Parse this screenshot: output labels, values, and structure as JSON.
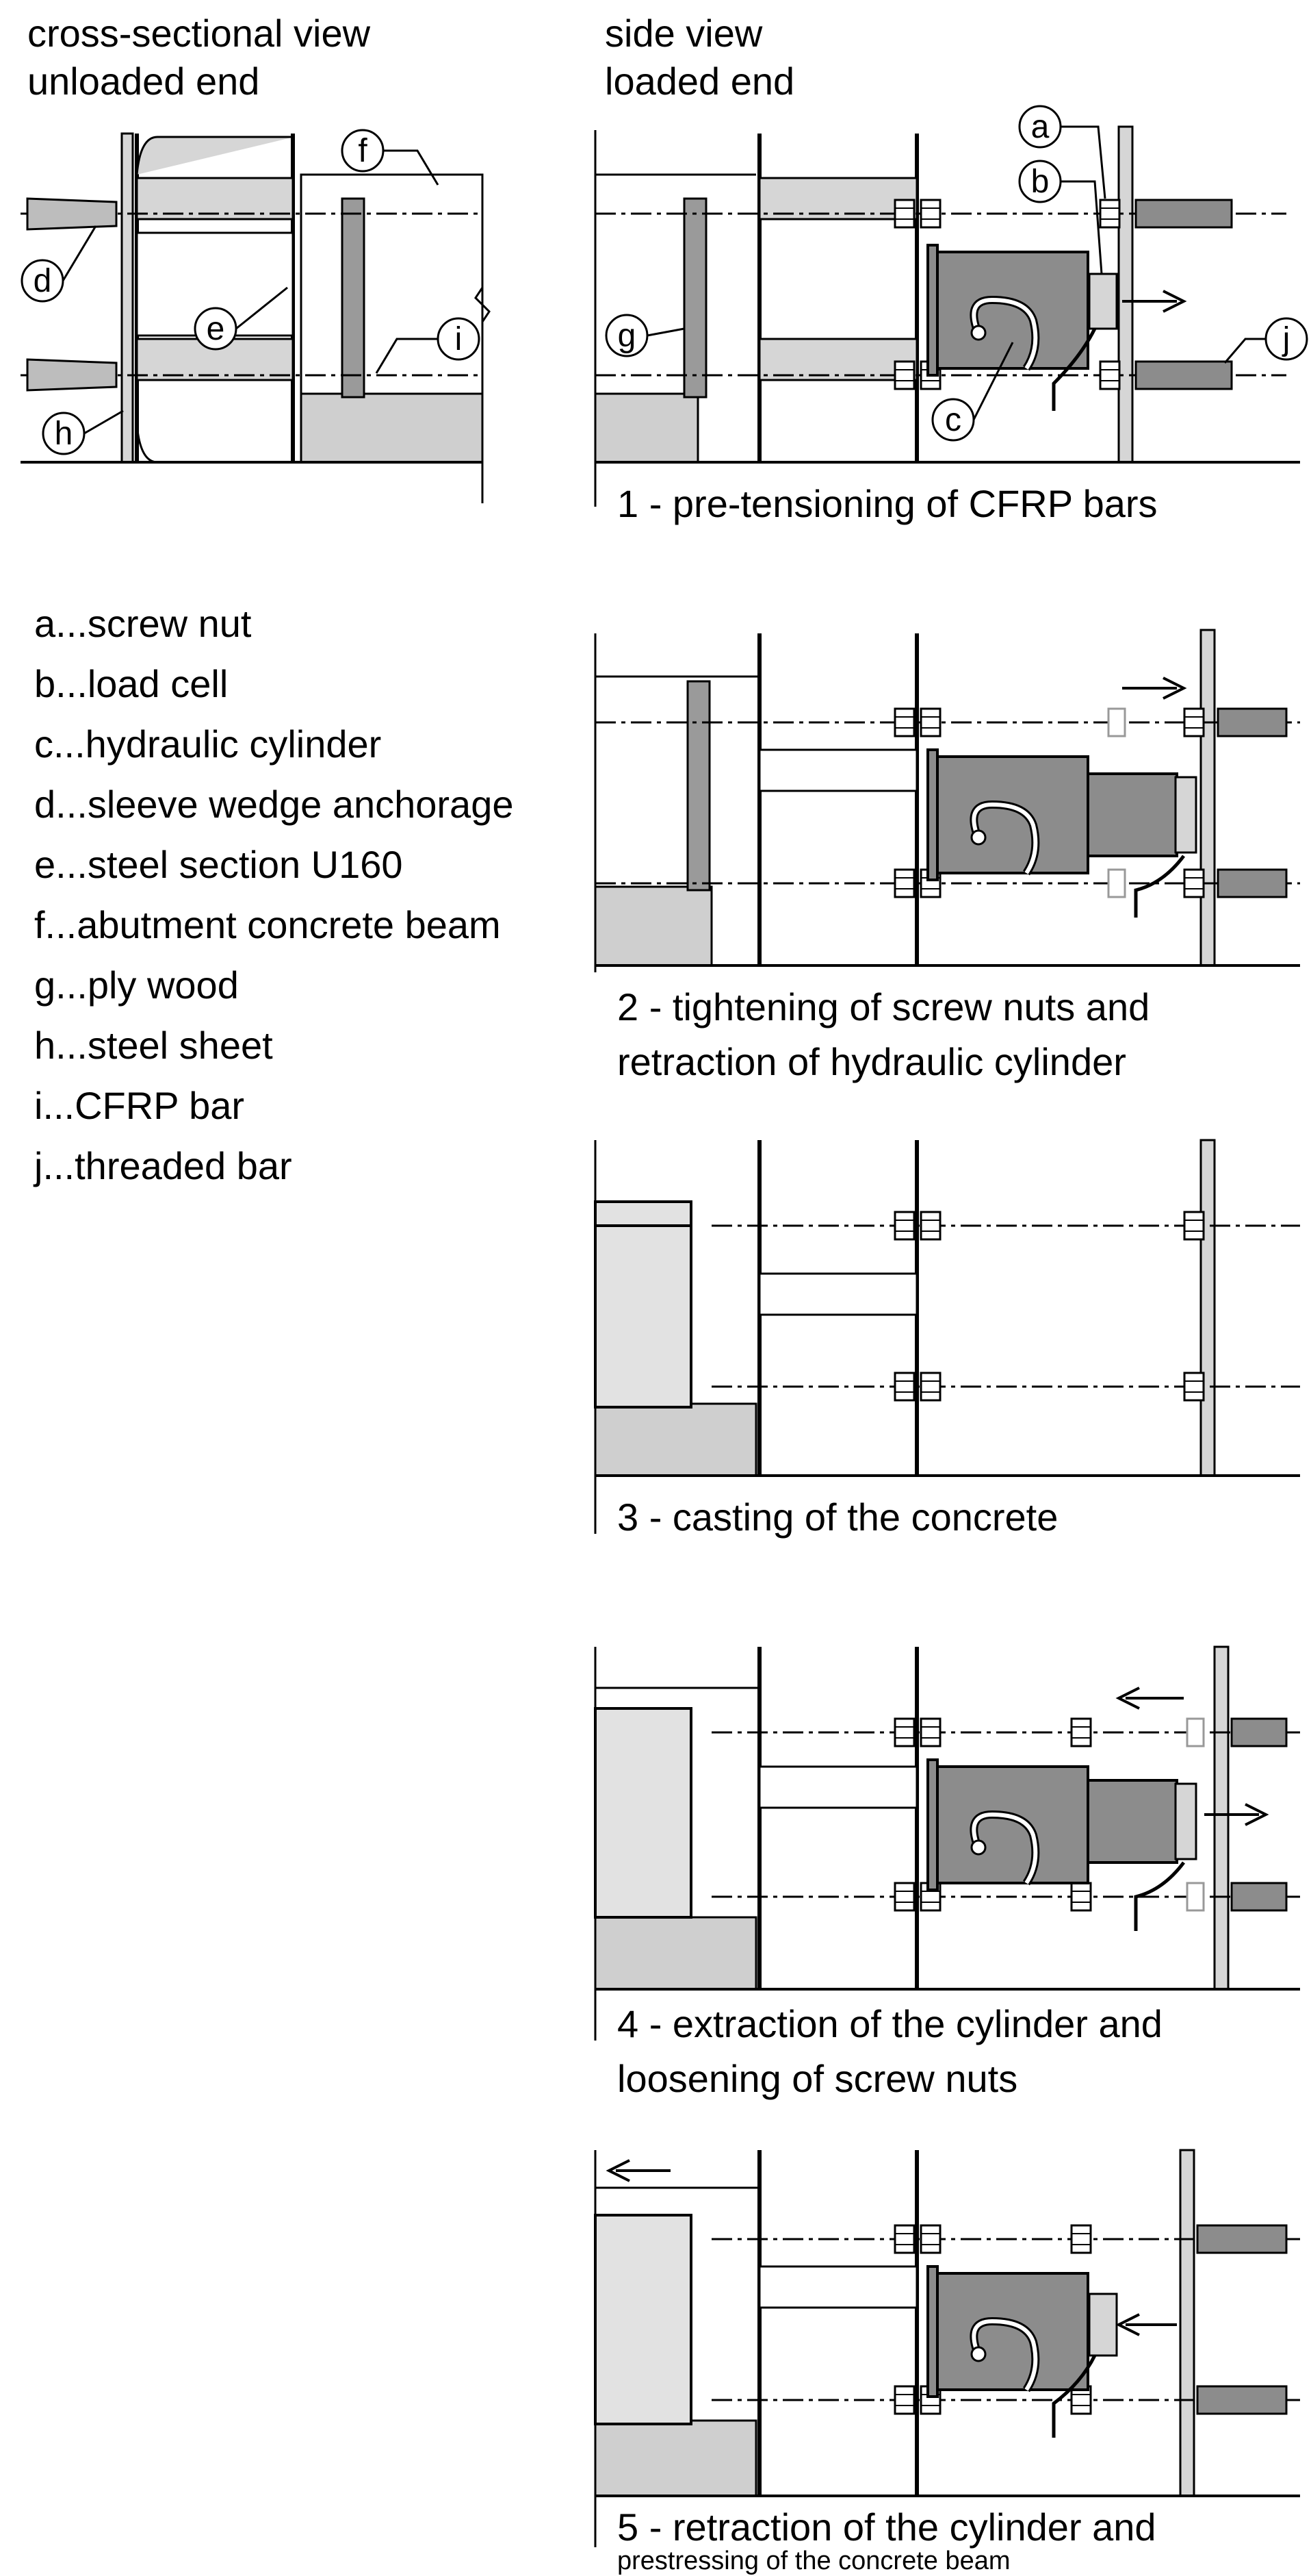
{
  "headings": {
    "cross_section_line1": "cross-sectional view",
    "cross_section_line2": "unloaded end",
    "side_view_line1": "side view",
    "side_view_line2": "loaded end"
  },
  "legend": [
    "a...screw nut",
    "b...load cell",
    "c...hydraulic cylinder",
    "d...sleeve wedge anchorage",
    "e...steel section U160",
    "f...abutment concrete beam",
    "g...ply wood",
    "h...steel sheet",
    "i...CFRP bar",
    "j...threaded bar"
  ],
  "callouts": {
    "a": "a",
    "b": "b",
    "c": "c",
    "d": "d",
    "e": "e",
    "f": "f",
    "g": "g",
    "h": "h",
    "i": "i",
    "j": "j"
  },
  "steps": {
    "s1_line1": "1 - pre-tensioning of CFRP bars",
    "s2_line1": "2 - tightening of screw nuts and",
    "s2_line2": "retraction of hydraulic cylinder",
    "s3_line1": "3 - casting of the concrete",
    "s4_line1": "4 - extraction of the cylinder and",
    "s4_line2": "loosening of screw nuts",
    "s5_line1": "5 - retraction of the cylinder and",
    "s5_line2": "prestressing of the concrete beam"
  },
  "colors": {
    "steel": "#d6d6d6",
    "dark": "#8c8c8c",
    "concrete": "#e2e2e2",
    "line": "#000000"
  }
}
